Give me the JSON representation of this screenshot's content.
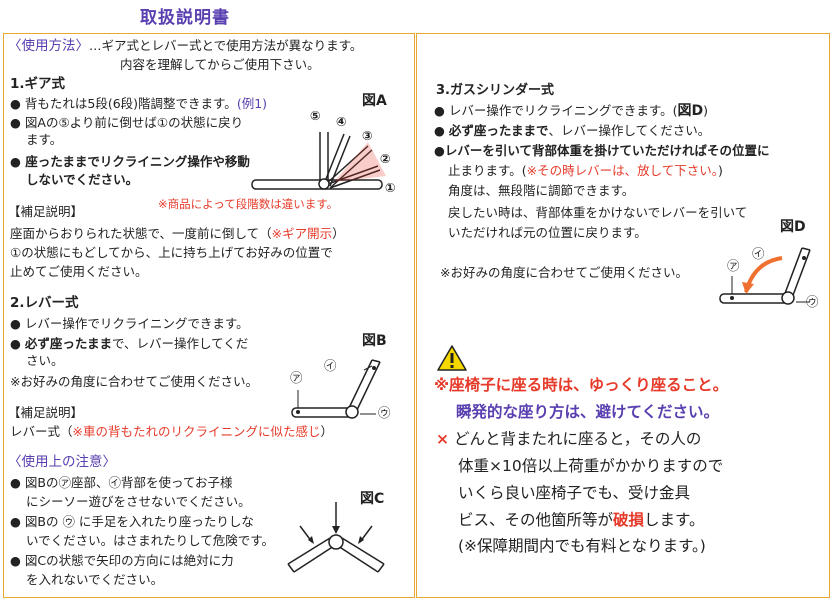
{
  "title": "取扱説明書",
  "left": {
    "usage_heading": "〈使用方法〉",
    "usage_intro_1": "…ギア式とレバー式とで使用方法が異なります。",
    "usage_intro_2": "内容を理解してからご使用下さい。",
    "gear": {
      "heading": "1.ギア式",
      "item1": "背もたれは5段(6段)階調整できます。",
      "item1_note": "(例1)",
      "item2_a": "図Aの⑤より前に倒せば①の状態に戻り",
      "item2_b": "ます。",
      "item3_a": "座ったままでリクライニング操作や移動",
      "item3_b": "しないでください。",
      "figure_label": "図A",
      "figure_numbers": [
        "①",
        "②",
        "③",
        "④",
        "⑤"
      ],
      "note": "※商品によって段階数は違います。"
    },
    "supplement1": {
      "heading": "【補足説明】",
      "line1_a": "座面からおりられた状態で、一度前に倒して（",
      "line1_red": "※ギア開示",
      "line1_b": "）",
      "line2": "①の状態にもどしてから、上に持ち上げてお好みの位置で",
      "line3": "止めてご使用ください。"
    },
    "lever": {
      "heading": "2.レバー式",
      "item1": "レバー操作でリクライニングできます。",
      "item2_bold": "必ず座ったまま",
      "item2_rest": "で、レバー操作してくだ",
      "item2_b": "さい。",
      "item3": "※お好みの角度に合わせてご使用ください。",
      "figure_label": "図B",
      "figure_marks": [
        "㋐",
        "㋑",
        "㋒"
      ]
    },
    "supplement2": {
      "heading": "【補足説明】",
      "line_a": "レバー式（",
      "line_red": "※車の背もたれのリクライニングに似た感じ",
      "line_b": "）"
    },
    "caution": {
      "heading": "〈使用上の注意〉",
      "item1_a": "図Bの㋐座部、㋑背部を使ってお子様",
      "item1_b": "にシーソー遊びをさせないでください。",
      "item2_a": "図Bの ㋒ に手足を入れたり座ったりしな",
      "item2_b": "いでください。はさまれたりして危険です。",
      "item3_a": "図Cの状態で矢印の方向には絶対に力",
      "item3_b": "を入れないでください。",
      "figure_label": "図C"
    }
  },
  "right": {
    "gas": {
      "heading": "3.ガスシリンダー式",
      "item1_a": "レバー操作でリクライニングできます。(",
      "item1_fig": "図D",
      "item1_b": ")",
      "item2_bold": "必ず座ったままで",
      "item2_rest": "、レバー操作してください。",
      "item3": "レバーを引いて背部体重を掛けていただければその位置に",
      "item4_a": "止まります。(",
      "item4_red": "※その時レバーは、放して下さい。",
      "item4_b": ")",
      "item5": "角度は、無段階に調節できます。",
      "item6": "戻したい時は、背部体重をかけないでレバーを引いて",
      "item7": "いただければ元の位置に戻ります。",
      "note": "※お好みの角度に合わせてご使用ください。",
      "figure_label": "図D",
      "figure_marks": [
        "㋐",
        "㋑",
        "㋒"
      ]
    },
    "warning": {
      "line1": "※座椅子に座る時は、ゆっくり座ること。",
      "line2": "瞬発的な座り方は、避けてください。",
      "line3_mark": "×",
      "line3": "どんと背またれに座ると，その人の",
      "line4": "体重×10倍以上荷重がかかりますので",
      "line5": "いくら良い座椅子でも、受け金具",
      "line6_a": "ビス、その他箇所等が",
      "line6_red": "破損",
      "line6_b": "します。",
      "line7": "(※保障期間内でも有料となります。)"
    }
  },
  "colors": {
    "accent": "#5a3fb0",
    "red": "#e63a2a",
    "border": "#e8a830",
    "warning_yellow": "#f5d800"
  }
}
